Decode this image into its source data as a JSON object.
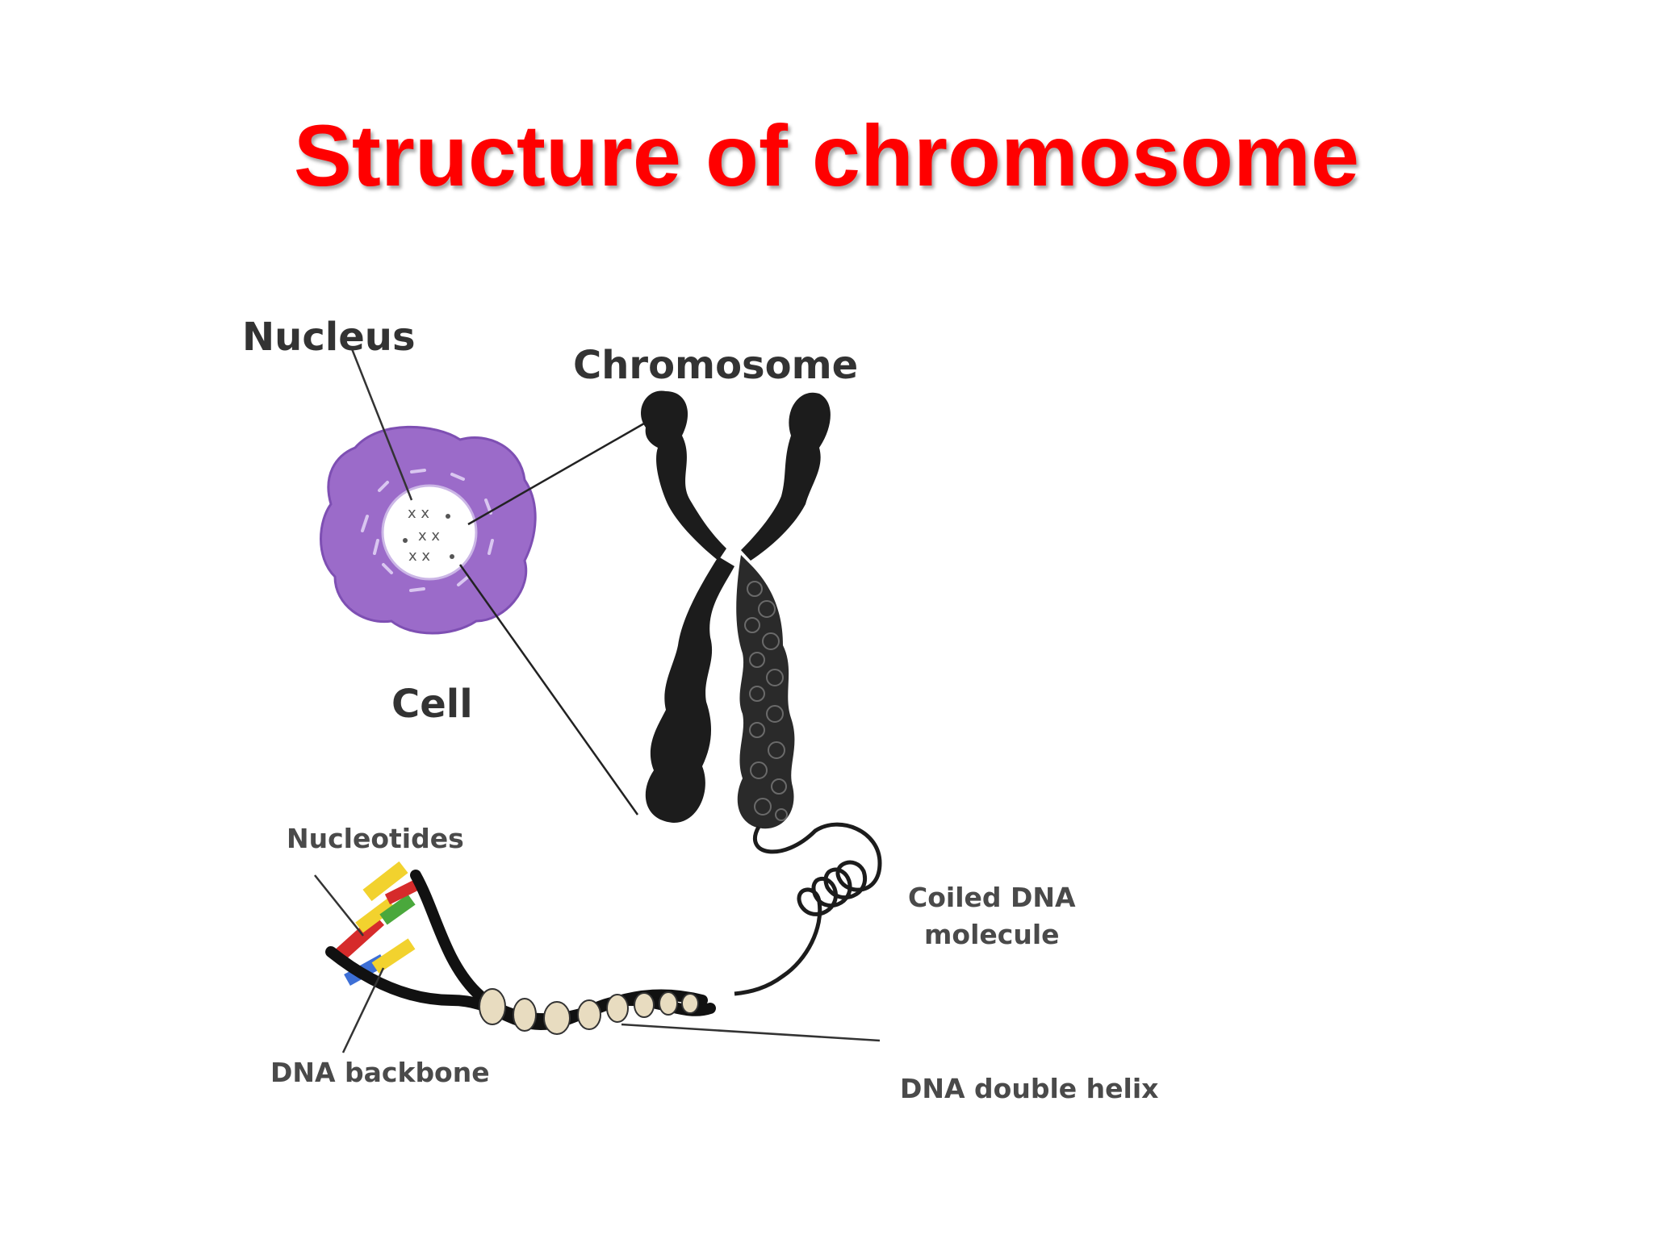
{
  "title": "Structure of chromosome",
  "labels": {
    "nucleus": "Nucleus",
    "chromosome": "Chromosome",
    "cell": "Cell",
    "nucleotides": "Nucleotides",
    "coiled_dna_line1": "Coiled DNA",
    "coiled_dna_line2": "molecule",
    "dna_backbone": "DNA backbone",
    "dna_double_helix": "DNA double helix"
  },
  "colors": {
    "title": "#ff0000",
    "cell": "#9b6bc9",
    "chromosome": "#1c1c1c",
    "base_red": "#d62b2b",
    "base_yellow": "#f2d22e",
    "base_green": "#4aa83c",
    "base_blue": "#3d6fd6",
    "base_pair_tan": "#e8dcc0"
  }
}
